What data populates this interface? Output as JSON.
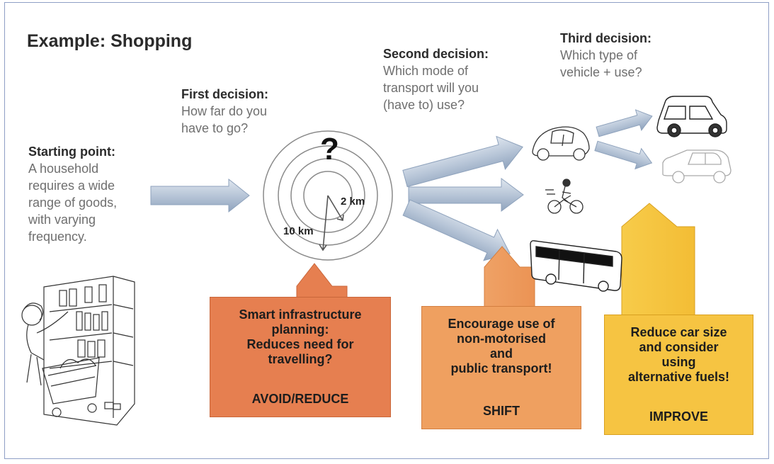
{
  "title": "Example: Shopping",
  "starting_point": {
    "heading": "Starting point:",
    "lines": [
      "A household",
      "requires a wide",
      "range of goods,",
      "with varying",
      "frequency."
    ]
  },
  "first_decision": {
    "heading": "First decision:",
    "lines": [
      "How far do you",
      "have to go?"
    ]
  },
  "second_decision": {
    "heading": "Second decision:",
    "lines": [
      "Which mode of",
      "transport will you",
      "(have to) use?"
    ]
  },
  "third_decision": {
    "heading": "Third decision:",
    "lines": [
      "Which type of",
      "vehicle + use?"
    ]
  },
  "distance_diagram": {
    "question_mark": "?",
    "near_label": "2 km",
    "far_label": "10 km"
  },
  "boxes": {
    "avoid": {
      "lines": [
        "Smart infrastructure",
        "planning:",
        "Reduces need for",
        "travelling?"
      ],
      "tag": "AVOID/REDUCE",
      "color": "#e67f50"
    },
    "shift": {
      "lines": [
        "Encourage use of",
        "non-motorised",
        "and",
        "public transport!"
      ],
      "tag": "SHIFT",
      "color": "#efa060"
    },
    "improve": {
      "lines": [
        "Reduce car size",
        "and consider",
        "using",
        "alternative fuels!"
      ],
      "tag": "IMPROVE",
      "color": "#f6c442"
    }
  },
  "colors": {
    "flow_arrow": "#b5c3d6",
    "flow_arrow_edge": "#8ea2bc",
    "frame_border": "#8f9fc6"
  },
  "illustrations": [
    "shopper-with-cart",
    "small-car",
    "cyclist",
    "bus",
    "suv",
    "compact-car"
  ]
}
